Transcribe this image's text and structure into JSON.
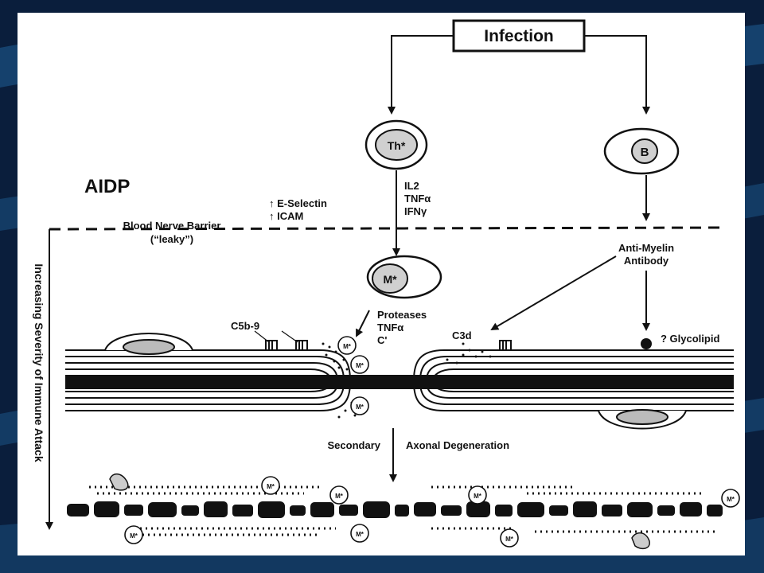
{
  "slide": {
    "title": "AIDP",
    "infection": "Infection",
    "th_cell": "Th*",
    "b_cell": "B",
    "macrophage": "M*",
    "cytokines": [
      "IL2",
      "TNFα",
      "IFNγ"
    ],
    "adhesion": [
      "↑ E-Selectin",
      "↑ ICAM"
    ],
    "barrier": [
      "Blood Nerve Barrier",
      "(“leaky”)"
    ],
    "antibody": [
      "Anti-Myelin",
      "Antibody"
    ],
    "proteases": [
      "Proteases",
      "TNFα",
      "C'"
    ],
    "c5b9": "C5b-9",
    "c3d": "C3d",
    "glycolipid": "? Glycolipid",
    "secondary": "Secondary",
    "axonal": "Axonal Degeneration",
    "severity": "Increasing Severity of Immune Attack"
  },
  "colors": {
    "background_dark": "#0a1e3c",
    "background_stripe": "#1f5f95",
    "card": "#ffffff",
    "ink": "#111111",
    "cell_fill": "#d0d0d0"
  }
}
